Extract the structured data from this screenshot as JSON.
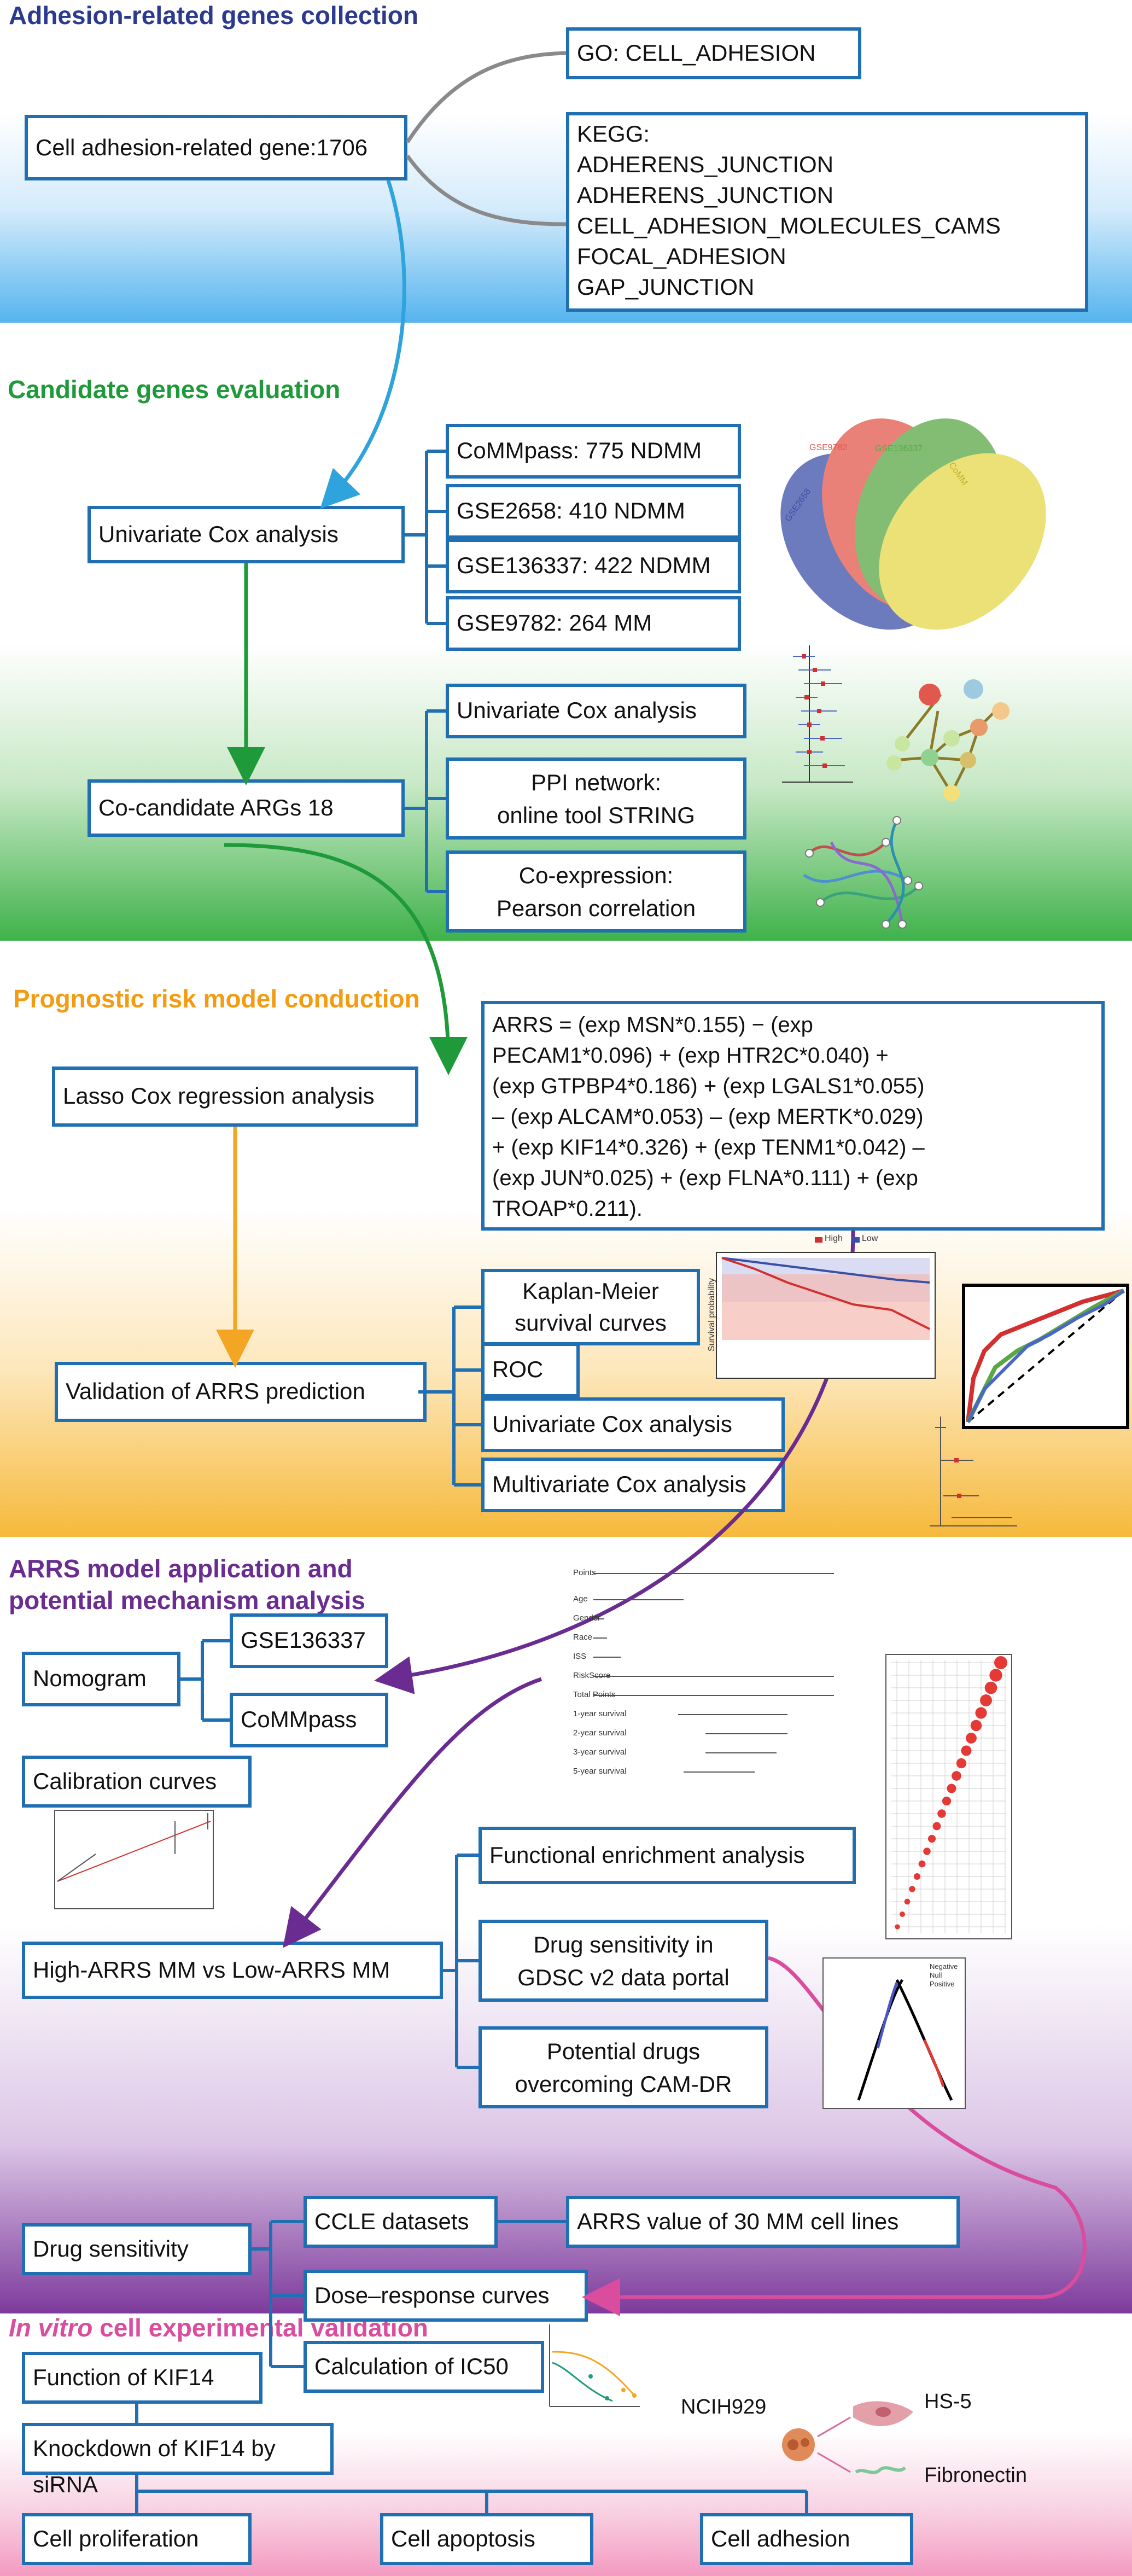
{
  "sections": {
    "s1": {
      "title": "Adhesion-related genes collection",
      "color": "#2b3a8f"
    },
    "s2": {
      "title": "Candidate genes evaluation",
      "color": "#1f9a3a"
    },
    "s3": {
      "title": "Prognostic risk model conduction",
      "color": "#f39c12"
    },
    "s4": {
      "title_line1": "ARRS model application and",
      "title_line2": "potential mechanism analysis",
      "color": "#6a2c91"
    },
    "s5": {
      "title_prefix": "In vitro",
      "title_rest": " cell experimental validation",
      "color": "#d94c9e"
    }
  },
  "boxes": {
    "cell_adhesion_genes": "Cell adhesion-related gene:1706",
    "go": "GO: CELL_ADHESION",
    "kegg": [
      "KEGG:",
      "ADHERENS_JUNCTION",
      "ADHERENS_JUNCTION",
      "CELL_ADHESION_MOLECULES_CAMS",
      "FOCAL_ADHESION",
      "GAP_JUNCTION"
    ],
    "univariate_cox_1": "Univariate Cox analysis",
    "commmpass_775": "CoMMpass: 775 NDMM",
    "gse2658": "GSE2658: 410 NDMM",
    "gse136337_422": "GSE136337: 422 NDMM",
    "gse9782": "GSE9782: 264 MM",
    "co_candidate": "Co-candidate ARGs 18",
    "univariate_cox_2": "Univariate  Cox analysis",
    "ppi": [
      "PPI network:",
      "online tool STRING"
    ],
    "coexpr": [
      "Co-expression:",
      "Pearson correlation"
    ],
    "lasso": "Lasso Cox regression analysis",
    "arrs_formula": [
      "ARRS  = (exp MSN*0.155) − (exp",
      "PECAM1*0.096) + (exp HTR2C*0.040) +",
      "(exp GTPBP4*0.186) + (exp LGALS1*0.055)",
      "– (exp ALCAM*0.053) – (exp MERTK*0.029)",
      "+ (exp KIF14*0.326) + (exp TENM1*0.042) –",
      "(exp JUN*0.025) + (exp FLNA*0.111) + (exp",
      "TROAP*0.211)."
    ],
    "validation": "Validation of ARRS prediction",
    "km": [
      "Kaplan-Meier",
      "survival curves"
    ],
    "roc": "ROC",
    "univariate_cox_3": "Univariate Cox analysis",
    "multivariate_cox": "Multivariate  Cox analysis",
    "nomogram": "Nomogram",
    "gse136337": "GSE136337",
    "commmpass": "CoMMpass",
    "calibration": "Calibration curves",
    "high_low": "High-ARRS MM vs Low-ARRS MM",
    "functional": "Functional enrichment analysis",
    "drug_gdsc": [
      "Drug sensitivity in",
      "GDSC v2 data portal"
    ],
    "potential_drugs": [
      "Potential drugs",
      "overcoming CAM-DR"
    ],
    "drug_sensitivity": "Drug  sensitivity",
    "ccle": "CCLE datasets",
    "arrs_value": "ARRS value of 30 MM cell lines",
    "dose_response": "Dose–response curves",
    "ic50": "Calculation of IC50",
    "kif14_function": "Function of KIF14",
    "kif14_knockdown": "Knockdown of KIF14 by siRNA",
    "proliferation": "Cell proliferation",
    "apoptosis": "Cell apoptosis",
    "adhesion": "Cell adhesion"
  },
  "venn": {
    "labels": [
      "GSE2658",
      "GSE9782",
      "GSE136337",
      "CoMM"
    ],
    "colors": [
      "#3a4fa8",
      "#e2584c",
      "#5aa845",
      "#e6d84a"
    ]
  },
  "km_legend": {
    "high": "High",
    "low": "Low",
    "ylabel": "Survival probability"
  },
  "nomogram_rows": [
    "Points",
    "Age",
    "Gender",
    "Race",
    "ISS",
    "RiskScore",
    "Total Points",
    "1-year survival",
    "2-year survival",
    "3-year survival",
    "5-year survival"
  ],
  "drug_legend": [
    "Negative",
    "Null",
    "Positive"
  ],
  "cells": {
    "ncih929": "NCIH929",
    "hs5": "HS-5",
    "fibronectin": "Fibronectin"
  }
}
